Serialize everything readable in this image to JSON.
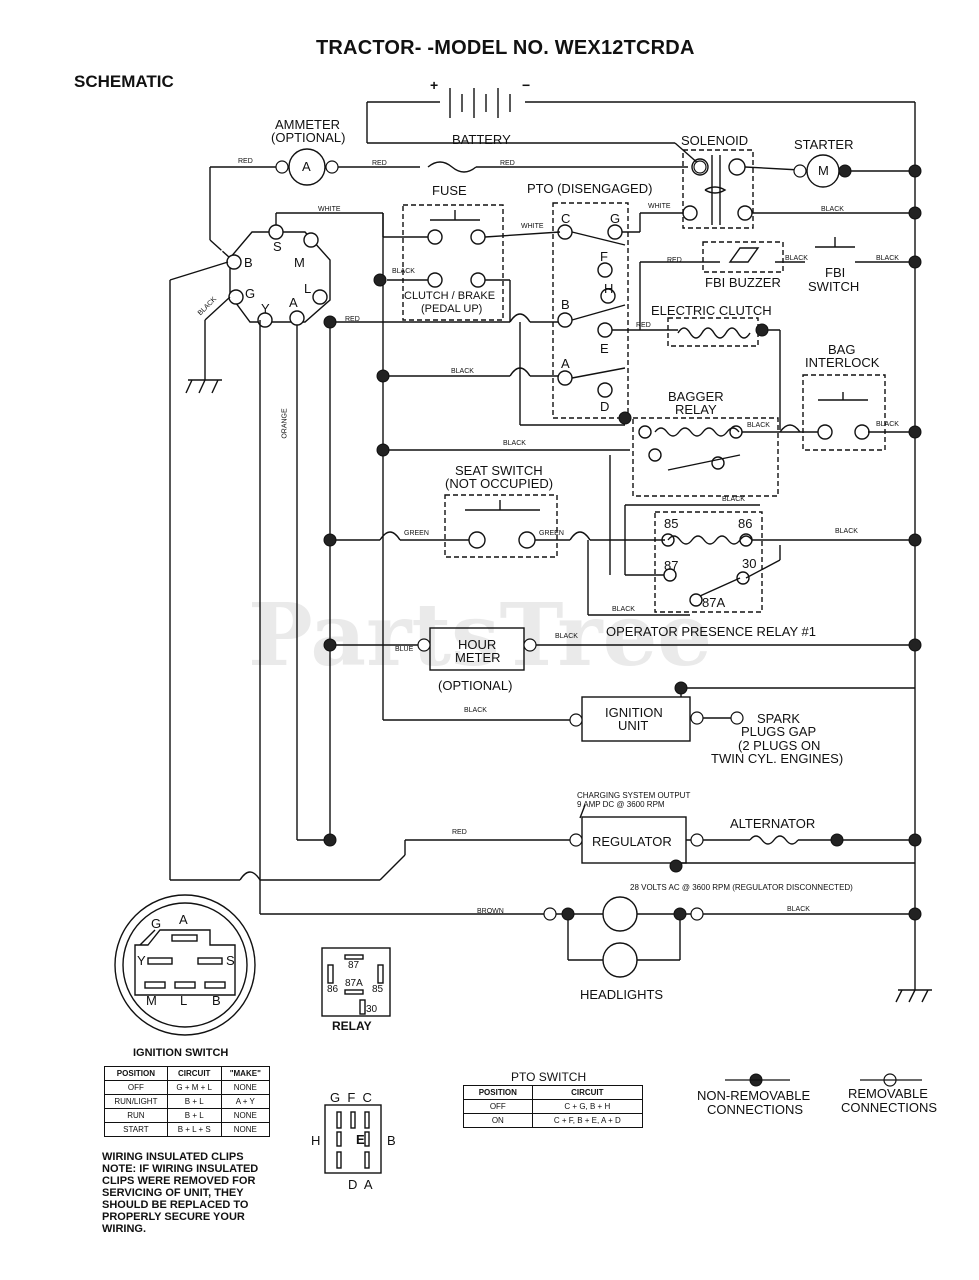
{
  "header": {
    "title": "TRACTOR- -MODEL NO. WEX12TCRDA",
    "section": "SCHEMATIC"
  },
  "watermark": "PartsTree",
  "components": {
    "battery": "BATTERY",
    "battery_plus": "+",
    "battery_minus": "−",
    "ammeter": "AMMETER",
    "ammeter_sub": "(OPTIONAL)",
    "ammeter_symbol": "A",
    "solenoid": "SOLENOID",
    "starter": "STARTER",
    "starter_symbol": "M",
    "fuse": "FUSE",
    "pto": "PTO (DISENGAGED)",
    "clutch_brake": "CLUTCH / BRAKE",
    "clutch_brake_sub": "(PEDAL UP)",
    "fbi_buzzer": "FBI BUZZER",
    "fbi_switch_1": "FBI",
    "fbi_switch_2": "SWITCH",
    "electric_clutch": "ELECTRIC CLUTCH",
    "bag_interlock_1": "BAG",
    "bag_interlock_2": "INTERLOCK",
    "bagger_relay_1": "BAGGER",
    "bagger_relay_2": "RELAY",
    "seat_switch_1": "SEAT SWITCH",
    "seat_switch_2": "(NOT OCCUPIED)",
    "operator_relay": "OPERATOR PRESENCE RELAY #1",
    "hour_meter_1": "HOUR",
    "hour_meter_2": "METER",
    "hour_meter_sub": "(OPTIONAL)",
    "ignition_unit_1": "IGNITION",
    "ignition_unit_2": "UNIT",
    "spark_1": "SPARK",
    "spark_2": "PLUGS GAP",
    "spark_3": "(2 PLUGS ON",
    "spark_4": "TWIN CYL. ENGINES)",
    "charging_1": "CHARGING SYSTEM OUTPUT",
    "charging_2": "9 AMP DC @ 3600 RPM",
    "regulator": "REGULATOR",
    "alternator": "ALTERNATOR",
    "ac_note": "28 VOLTS AC @ 3600 RPM (REGULATOR DISCONNECTED)",
    "headlights": "HEADLIGHTS",
    "relay": "RELAY"
  },
  "wire_labels": {
    "red": "RED",
    "white": "WHITE",
    "black": "BLACK",
    "green": "GREEN",
    "blue": "BLUE",
    "orange": "ORANGE",
    "brown": "BROWN"
  },
  "ignition_terminals": {
    "s": "S",
    "m": "M",
    "b": "B",
    "g": "G",
    "y": "Y",
    "a": "A",
    "l": "L"
  },
  "pto_terminals": {
    "c": "C",
    "g": "G",
    "f": "F",
    "h": "H",
    "b": "B",
    "e": "E",
    "a": "A",
    "d": "D"
  },
  "relay_terminals": {
    "t85": "85",
    "t86": "86",
    "t87": "87",
    "t30": "30",
    "t87a": "87A"
  },
  "ignition_table": {
    "title": "IGNITION SWITCH",
    "headers": [
      "POSITION",
      "CIRCUIT",
      "\"MAKE\""
    ],
    "rows": [
      [
        "OFF",
        "G + M + L",
        "NONE"
      ],
      [
        "RUN/LIGHT",
        "B + L",
        "A + Y"
      ],
      [
        "RUN",
        "B + L",
        "NONE"
      ],
      [
        "START",
        "B + L + S",
        "NONE"
      ]
    ]
  },
  "pto_table": {
    "title": "PTO SWITCH",
    "headers": [
      "POSITION",
      "CIRCUIT"
    ],
    "rows": [
      [
        "OFF",
        "C + G, B + H"
      ],
      [
        "ON",
        "C + F, B + E, A + D"
      ]
    ]
  },
  "clips_note": {
    "title": "WIRING INSULATED CLIPS",
    "lines": [
      "NOTE: IF WIRING INSULATED",
      "CLIPS WERE REMOVED FOR",
      "SERVICING OF UNIT, THEY",
      "SHOULD BE REPLACED TO",
      "PROPERLY SECURE YOUR",
      "WIRING."
    ]
  },
  "legend": {
    "non_removable_1": "NON-REMOVABLE",
    "non_removable_2": "CONNECTIONS",
    "removable_1": "REMOVABLE",
    "removable_2": "CONNECTIONS"
  },
  "pto_diagram": {
    "top": "G  F  C",
    "left": "H",
    "center": "E",
    "right": "B",
    "bottom": "D  A"
  },
  "plug_diagram": {
    "g": "G",
    "a": "A",
    "y": "Y",
    "s": "S",
    "m": "M",
    "l": "L",
    "b": "B"
  },
  "relay_diagram": {
    "t87": "87",
    "t87a": "87A",
    "t86": "86",
    "t85": "85",
    "t30": "30"
  }
}
